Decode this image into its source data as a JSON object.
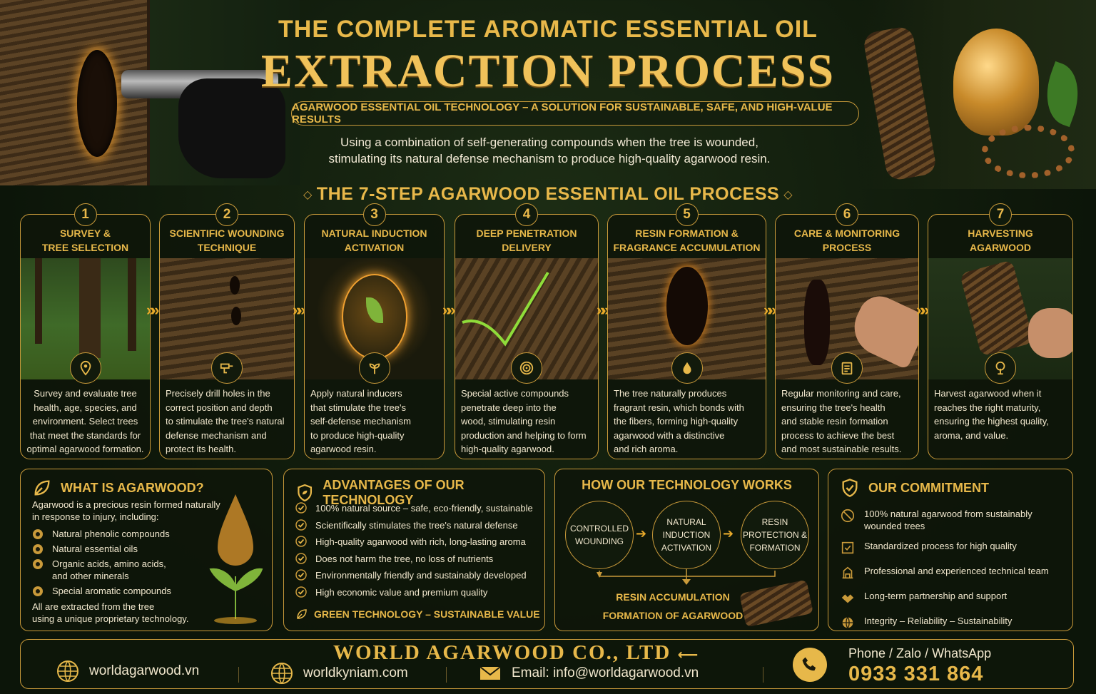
{
  "header": {
    "title_line1": "THE COMPLETE AROMATIC ESSENTIAL OIL",
    "title_line2": "EXTRACTION PROCESS",
    "subtitle": "AGARWOOD ESSENTIAL OIL TECHNOLOGY – A SOLUTION FOR SUSTAINABLE, SAFE, AND HIGH-VALUE RESULTS",
    "intro_line1": "Using a combination of self-generating compounds when the tree is wounded,",
    "intro_line2": "stimulating its natural defense mechanism to produce high-quality agarwood resin."
  },
  "steps_heading": "THE 7-STEP AGARWOOD ESSENTIAL OIL PROCESS",
  "steps": [
    {
      "num": "1",
      "title1": "SURVEY &",
      "title2": "TREE SELECTION",
      "icon": "location-pin-icon",
      "desc": [
        "Survey and evaluate tree",
        "health, age, species, and",
        "environment. Select trees",
        "that meet the standards for",
        "optimal agarwood formation."
      ]
    },
    {
      "num": "2",
      "title1": "SCIENTIFIC WOUNDING",
      "title2": "TECHNIQUE",
      "icon": "drill-icon",
      "desc": [
        "Precisely drill holes in the",
        "correct position and depth",
        "to stimulate the tree's natural",
        "defense mechanism and",
        "protect its health."
      ]
    },
    {
      "num": "3",
      "title1": "NATURAL INDUCTION",
      "title2": "ACTIVATION",
      "icon": "sprout-icon",
      "desc": [
        "Apply natural inducers",
        "that stimulate the tree's",
        "self-defense mechanism",
        "to produce high-quality",
        "agarwood resin."
      ]
    },
    {
      "num": "4",
      "title1": "DEEP PENETRATION",
      "title2": "DELIVERY",
      "icon": "target-icon",
      "desc": [
        "Special active compounds",
        "penetrate deep into the",
        "wood, stimulating resin",
        "production and helping to form",
        "high-quality agarwood."
      ]
    },
    {
      "num": "5",
      "title1": "RESIN FORMATION &",
      "title2": "FRAGRANCE ACCUMULATION",
      "icon": "drop-icon",
      "desc": [
        "The tree naturally produces",
        "fragrant resin, which bonds with",
        "the fibers, forming high-quality",
        "agarwood with a distinctive",
        "and rich aroma."
      ]
    },
    {
      "num": "6",
      "title1": "CARE & MONITORING",
      "title2": "PROCESS",
      "icon": "clipboard-icon",
      "desc": [
        "Regular monitoring and care,",
        "ensuring the tree's health",
        "and stable resin formation",
        "process to achieve the best",
        "and most sustainable results."
      ]
    },
    {
      "num": "7",
      "title1": "HARVESTING",
      "title2": "AGARWOOD",
      "icon": "tree-icon",
      "desc": [
        "Harvest agarwood when it",
        "reaches the right maturity,",
        "ensuring the highest quality,",
        "aroma, and value."
      ]
    }
  ],
  "what_is": {
    "heading": "WHAT IS AGARWOOD?",
    "intro1": "Agarwood is a precious resin formed naturally",
    "intro2": "in response to injury, including:",
    "items": [
      "Natural phenolic compounds",
      "Natural essential oils",
      "Organic acids, amino acids,",
      "and other minerals",
      "Special aromatic compounds"
    ],
    "outro1": "All are extracted from the tree",
    "outro2": "using a unique proprietary technology."
  },
  "advantages": {
    "heading": "ADVANTAGES OF OUR TECHNOLOGY",
    "items": [
      "100% natural source – safe, eco-friendly, sustainable",
      "Scientifically stimulates the tree's natural defense",
      "High-quality agarwood with rich, long-lasting aroma",
      "Does not harm the tree, no loss of nutrients",
      "Environmentally friendly and sustainably developed",
      "High economic value and premium quality"
    ],
    "footer": "GREEN TECHNOLOGY – SUSTAINABLE VALUE"
  },
  "how_works": {
    "heading": "HOW OUR TECHNOLOGY WORKS",
    "nodes": [
      {
        "line1": "CONTROLLED",
        "line2": "WOUNDING",
        "line3": ""
      },
      {
        "line1": "NATURAL",
        "line2": "INDUCTION",
        "line3": "ACTIVATION"
      },
      {
        "line1": "RESIN",
        "line2": "PROTECTION &",
        "line3": "FORMATION"
      }
    ],
    "result1": "RESIN ACCUMULATION",
    "result2": "FORMATION OF AGARWOOD"
  },
  "commitment": {
    "heading": "OUR COMMITMENT",
    "items": [
      {
        "line1": "100% natural agarwood from sustainably",
        "line2": "wounded trees"
      },
      {
        "line1": "Standardized process for high quality",
        "line2": ""
      },
      {
        "line1": "Professional and experienced technical team",
        "line2": ""
      },
      {
        "line1": "Long-term partnership and support",
        "line2": ""
      },
      {
        "line1": "Integrity – Reliability – Sustainability",
        "line2": ""
      }
    ]
  },
  "footer": {
    "company": "WORLD AGARWOOD CO., LTD",
    "website1": "worldagarwood.vn",
    "website2": "worldkyniam.com",
    "email": "Email: info@worldagarwood.vn",
    "phone_label": "Phone / Zalo / WhatsApp",
    "phone": "0933 331 864"
  },
  "colors": {
    "gold": "#e7b84a",
    "border": "#c99a3a",
    "background": "#0f1a0c"
  }
}
